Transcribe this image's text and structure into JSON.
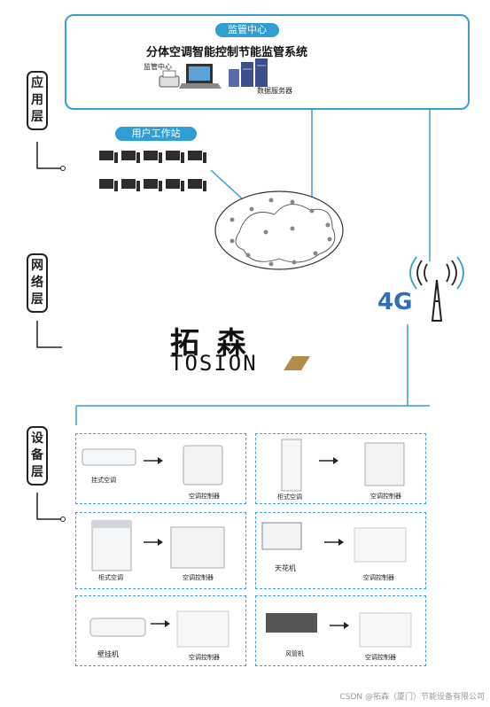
{
  "top": {
    "badge": "监管中心",
    "system_title": "分体空调智能控制节能监管系统",
    "monitor_label": "监管中心",
    "server_label": "数据服务器"
  },
  "workstation": {
    "badge": "用户工作站"
  },
  "layers": {
    "app": [
      "应",
      "用",
      "层"
    ],
    "net": [
      "网",
      "络",
      "层"
    ],
    "dev": [
      "设",
      "备",
      "层"
    ]
  },
  "brand": {
    "cn": "拓 森",
    "en": "TOSION"
  },
  "signal": {
    "label": "4G"
  },
  "devices": [
    {
      "ac": "挂式空调",
      "ctrl": "空调控制器"
    },
    {
      "ac": "柜式空调",
      "ctrl": "空调控制器"
    },
    {
      "ac": "柜式空调",
      "ctrl": "空调控制器"
    },
    {
      "ac": "天花机",
      "ctrl": "空调控制器"
    },
    {
      "ac": "壁挂机",
      "ctrl": "空调控制器"
    },
    {
      "ac": "风管机",
      "ctrl": "空调控制器"
    }
  ],
  "footer": "CSDN @拓森（厦门）节能设备有限公司",
  "colors": {
    "accent": "#3aa0cf",
    "badge": "#2f9fd3"
  }
}
